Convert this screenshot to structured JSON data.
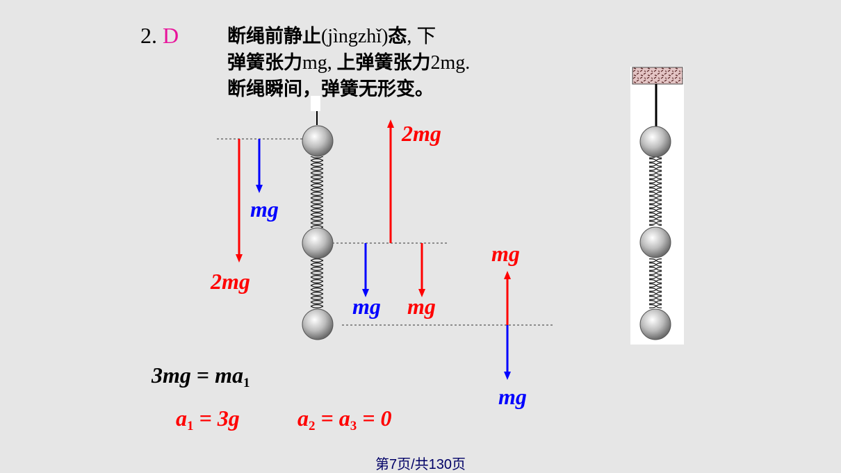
{
  "problem": {
    "number": "2.",
    "answer": "D",
    "line1_a": "断绳前静止",
    "line1_b": "(jìngzhǐ)",
    "line1_c": "态",
    "line1_d": ", 下",
    "line2_a": "弹簧张力",
    "line2_b": "mg,",
    "line2_c": " 上弹簧张力",
    "line2_d": "2mg.",
    "line3": "断绳瞬间，弹簧无形变。"
  },
  "labels": {
    "two_mg_top": "2mg",
    "mg_blue_left": "mg",
    "two_mg_left": "2mg",
    "mg_blue_mid": "mg",
    "mg_red_mid": "mg",
    "mg_red_right": "mg",
    "mg_blue_right": "mg"
  },
  "equations": {
    "eq1_lhs": "3mg",
    "eq1_op": " = ",
    "eq1_rhs": "ma",
    "eq1_sub": "1",
    "eq2_a": "a",
    "eq2_a_sub": "1",
    "eq2_rest": " = 3g",
    "eq3_a": "a",
    "eq3_a_sub": "2",
    "eq3_mid": " = a",
    "eq3_b_sub": "3",
    "eq3_rest": " = 0"
  },
  "footer": {
    "page": "第7页/共130页"
  },
  "colors": {
    "red": "#ff0000",
    "blue": "#0000ff",
    "answer": "#e8129a",
    "background": "#e6e6e6"
  }
}
